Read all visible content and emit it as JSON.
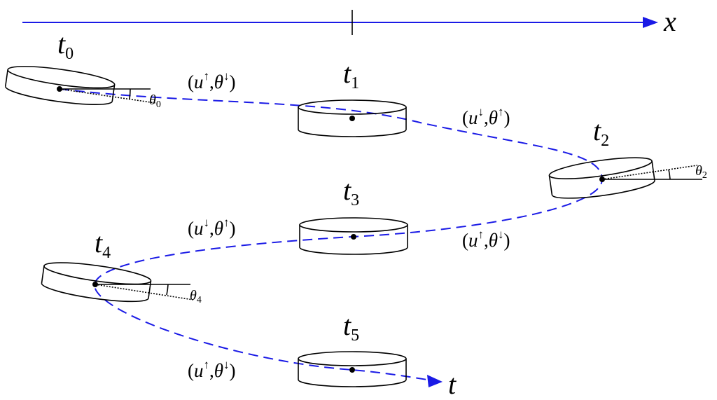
{
  "axes": {
    "horizontal_label": "x",
    "time_label": "t"
  },
  "time_labels": [
    {
      "base": "t",
      "sub": "0"
    },
    {
      "base": "t",
      "sub": "1"
    },
    {
      "base": "t",
      "sub": "2"
    },
    {
      "base": "t",
      "sub": "3"
    },
    {
      "base": "t",
      "sub": "4"
    },
    {
      "base": "t",
      "sub": "5"
    }
  ],
  "state_pairs": [
    {
      "u": "u",
      "u_arrow": "↑",
      "theta": "θ",
      "theta_arrow": "↓"
    },
    {
      "u": "u",
      "u_arrow": "↓",
      "theta": "θ",
      "theta_arrow": "↑"
    },
    {
      "u": "u",
      "u_arrow": "↓",
      "theta": "θ",
      "theta_arrow": "↑"
    },
    {
      "u": "u",
      "u_arrow": "↑",
      "theta": "θ",
      "theta_arrow": "↓"
    },
    {
      "u": "u",
      "u_arrow": "↑",
      "theta": "θ",
      "theta_arrow": "↓"
    }
  ],
  "angle_labels": [
    {
      "base": "θ",
      "sub": "0"
    },
    {
      "base": "θ",
      "sub": "2"
    },
    {
      "base": "θ",
      "sub": "4"
    }
  ],
  "colors": {
    "trajectory": "#1a1ae6",
    "axis": "#1a1ae6",
    "ink": "#000000"
  }
}
